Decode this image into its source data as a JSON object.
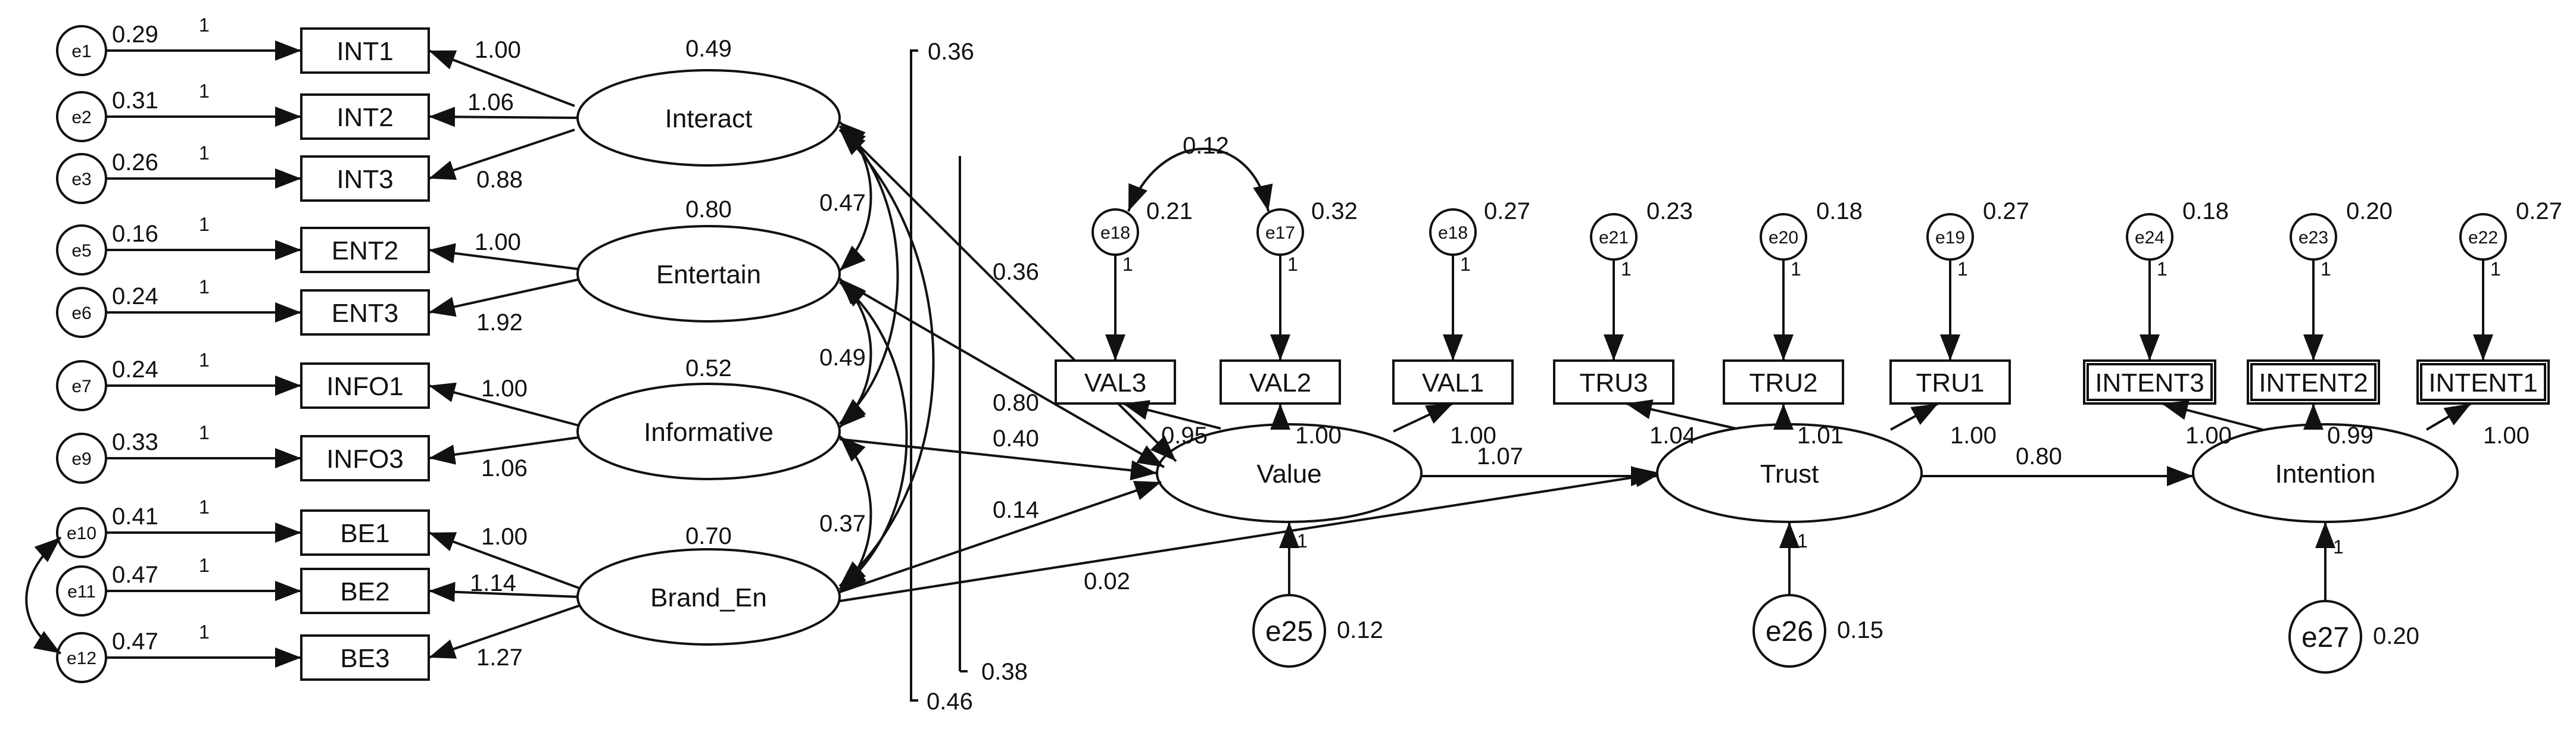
{
  "diagram": {
    "errors": {
      "e1": {
        "label": "e1",
        "var": "0.29",
        "fix": "1"
      },
      "e2": {
        "label": "e2",
        "var": "0.31",
        "fix": "1"
      },
      "e3": {
        "label": "e3",
        "var": "0.26",
        "fix": "1"
      },
      "e5": {
        "label": "e5",
        "var": "0.16",
        "fix": "1"
      },
      "e6": {
        "label": "e6",
        "var": "0.24",
        "fix": "1"
      },
      "e7": {
        "label": "e7",
        "var": "0.24",
        "fix": "1"
      },
      "e9": {
        "label": "e9",
        "var": "0.33",
        "fix": "1"
      },
      "e10": {
        "label": "e10",
        "var": "0.41",
        "fix": "1"
      },
      "e11": {
        "label": "e11",
        "var": "0.47",
        "fix": "1"
      },
      "e12": {
        "label": "e12",
        "var": "0.47",
        "fix": "1"
      },
      "e18a": {
        "label": "e18",
        "var": "0.21",
        "fix": "1"
      },
      "e17": {
        "label": "e17",
        "var": "0.32",
        "fix": "1"
      },
      "e18b": {
        "label": "e18",
        "var": "0.27",
        "fix": "1"
      },
      "e21": {
        "label": "e21",
        "var": "0.23",
        "fix": "1"
      },
      "e20": {
        "label": "e20",
        "var": "0.18",
        "fix": "1"
      },
      "e19": {
        "label": "e19",
        "var": "0.27",
        "fix": "1"
      },
      "e24": {
        "label": "e24",
        "var": "0.18",
        "fix": "1"
      },
      "e23": {
        "label": "e23",
        "var": "0.20",
        "fix": "1"
      },
      "e22": {
        "label": "e22",
        "var": "0.27",
        "fix": "1"
      },
      "e25": {
        "label": "e25",
        "var": "0.12",
        "fix": "1"
      },
      "e26": {
        "label": "e26",
        "var": "0.15",
        "fix": "1"
      },
      "e27": {
        "label": "e27",
        "var": "0.20",
        "fix": "1"
      }
    },
    "indicators": {
      "INT1": "INT1",
      "INT2": "INT2",
      "INT3": "INT3",
      "ENT2": "ENT2",
      "ENT3": "ENT3",
      "INFO1": "INFO1",
      "INFO3": "INFO3",
      "BE1": "BE1",
      "BE2": "BE2",
      "BE3": "BE3",
      "VAL3": "VAL3",
      "VAL2": "VAL2",
      "VAL1": "VAL1",
      "TRU3": "TRU3",
      "TRU2": "TRU2",
      "TRU1": "TRU1",
      "INTENT3": "INTENT3",
      "INTENT2": "INTENT2",
      "INTENT1": "INTENT1"
    },
    "latents": {
      "interact": {
        "label": "Interact",
        "var": "0.49"
      },
      "entertain": {
        "label": "Entertain",
        "var": "0.80"
      },
      "informative": {
        "label": "Informative",
        "var": "0.52"
      },
      "brand_en": {
        "label": "Brand_En",
        "var": "0.70"
      },
      "value": {
        "label": "Value"
      },
      "trust": {
        "label": "Trust"
      },
      "intention": {
        "label": "Intention"
      }
    },
    "loadings": {
      "int1": "1.00",
      "int2": "1.06",
      "int3": "0.88",
      "ent2": "1.00",
      "ent3": "1.92",
      "info1": "1.00",
      "info3": "1.06",
      "be1": "1.00",
      "be2": "1.14",
      "be3": "1.27",
      "val3": "0.95",
      "val2": "1.00",
      "val1": "1.00",
      "tru3": "1.04",
      "tru2": "1.01",
      "tru1": "1.00",
      "intent3": "1.00",
      "intent2": "0.99",
      "intent1": "1.00"
    },
    "paths": {
      "interact_value": "0.36",
      "entertain_value": "0.80",
      "informative_value": "0.40",
      "brand_value": "0.14",
      "brand_trust": "0.02",
      "value_trust": "1.07",
      "trust_intention": "0.80"
    },
    "covariances": {
      "interact_entertain": "0.47",
      "entertain_informative": "0.49",
      "informative_brand": "0.37",
      "interact_informative": "0.36",
      "entertain_brand": "0.38",
      "interact_brand": "0.46",
      "e18_e17": "0.12"
    }
  }
}
